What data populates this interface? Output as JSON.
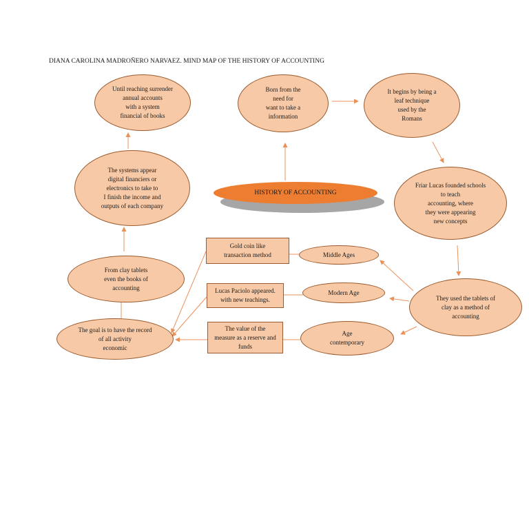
{
  "header": {
    "title": "DIANA CAROLINA MADROÑERO NARVAEZ. MIND MAP OF THE HISTORY OF ACCOUNTING"
  },
  "center": {
    "label": "HISTORY OF ACCOUNTING"
  },
  "nodes": {
    "born": "Born from the\nneed for\nwant to take a\ninformation",
    "leaf": "It begins by being a\nleaf technique\nused by the\nRomans",
    "friar": "Friar Lucas founded schools\nto teach\naccounting, where\nthey were appearing\nnew concepts",
    "tablets": "They used the tablets of\nclay as a method of\naccounting",
    "middle_ages": "Middle Ages",
    "modern_age": "Modern Age",
    "age_contemporary": "Age\ncontemporary",
    "gold": "Gold coin like\ntransaction method",
    "paciolo": "Lucas Paciolo appeared.\nwith new teachings.",
    "value": "The value of the\nmeasure as a reserve and\nfunds",
    "goal": "The goal is to have the record\nof all activity\neconomic",
    "clay": "From clay tablets\neven the books of\naccounting",
    "systems": "The systems appear\ndigital financiers or\nelectronics to take to\nI finish the income and\noutputs of each company",
    "until": "Until reaching surrender\nannual accounts\nwith a system\nfinancial of books"
  },
  "colors": {
    "node_fill": "#f8c9a6",
    "node_border": "#9a5a2d",
    "center_fill": "#ed7d31",
    "arrow": "#e8925a"
  }
}
